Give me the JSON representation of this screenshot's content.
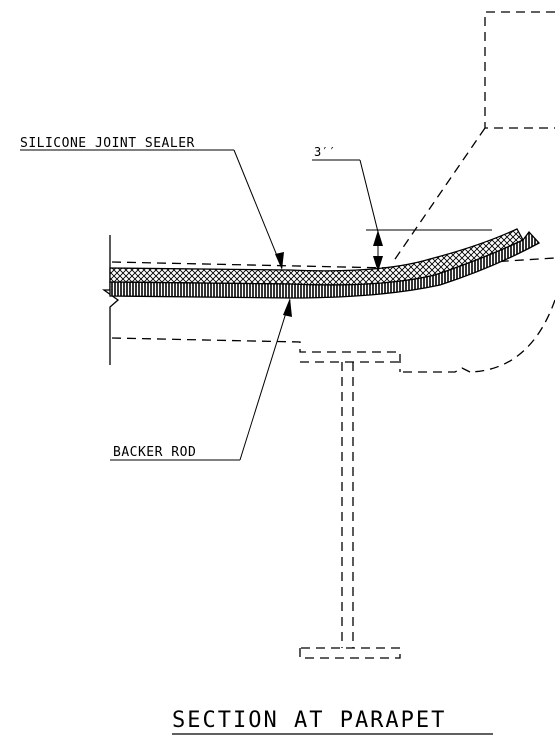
{
  "labels": {
    "sealer": "SILICONE JOINT SEALER",
    "dimension": "3′′",
    "backer_rod": "BACKER ROD",
    "title": "SECTION AT PARAPET"
  }
}
